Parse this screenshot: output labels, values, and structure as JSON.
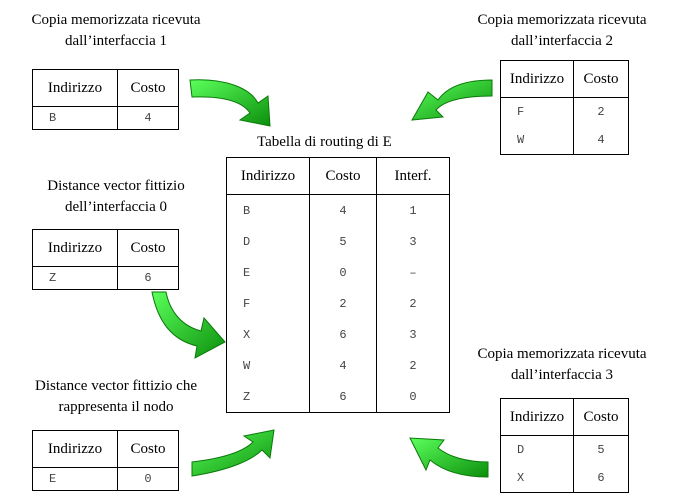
{
  "header": {
    "indirizzo": "Indirizzo",
    "costo": "Costo",
    "interf": "Interf."
  },
  "boxes": {
    "if1": {
      "caption": [
        "Copia memorizzata ricevuta",
        "dall’interfaccia 1"
      ],
      "rows": [
        [
          "B",
          "4"
        ]
      ]
    },
    "if2": {
      "caption": [
        "Copia memorizzata ricevuta",
        "dall’interfaccia 2"
      ],
      "rows": [
        [
          "F",
          "2"
        ],
        [
          "W",
          "4"
        ]
      ]
    },
    "if0": {
      "caption": [
        "Distance vector fittizio",
        "dell’interfaccia 0"
      ],
      "rows": [
        [
          "Z",
          "6"
        ]
      ]
    },
    "node": {
      "caption": [
        "Distance vector fittizio che",
        "rappresenta il nodo"
      ],
      "rows": [
        [
          "E",
          "0"
        ]
      ]
    },
    "if3": {
      "caption": [
        "Copia memorizzata ricevuta",
        "dall’interfaccia 3"
      ],
      "rows": [
        [
          "D",
          "5"
        ],
        [
          "X",
          "6"
        ]
      ]
    }
  },
  "routing_table": {
    "title": "Tabella di routing di E",
    "rows": [
      [
        "B",
        "4",
        "1"
      ],
      [
        "D",
        "5",
        "3"
      ],
      [
        "E",
        "0",
        "–"
      ],
      [
        "F",
        "2",
        "2"
      ],
      [
        "X",
        "6",
        "3"
      ],
      [
        "W",
        "4",
        "2"
      ],
      [
        "Z",
        "6",
        "0"
      ]
    ]
  },
  "colors": {
    "arrow_fill": "#33ee33",
    "arrow_dark": "#0a7a0a"
  }
}
